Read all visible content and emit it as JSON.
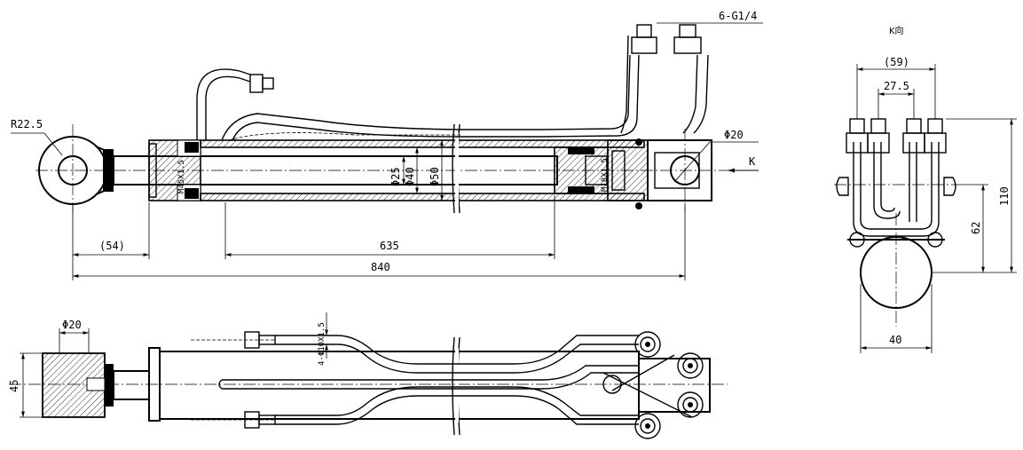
{
  "drawing": {
    "view_label": "K向",
    "dimensions": {
      "radius_eye": "R22.5",
      "port_spec": "6-G1/4",
      "pin_dia_right": "Φ20",
      "rod_thread": "M45X1.5",
      "small_thread": "M18X1.5",
      "rod_dia": "Φ25",
      "bore_dia": "Φ40",
      "tube_dia": "Φ50",
      "view_arrow": "K",
      "stroke_len": "635",
      "overall_len": "840",
      "eye_offset": "(54)",
      "pin_dia_bottom": "Φ20",
      "eye_width": "45",
      "pipe_spec": "4-Φ10X1.5",
      "side_width": "(59)",
      "side_pitch": "27.5",
      "side_height": "110",
      "side_center": "62",
      "side_base": "40"
    }
  }
}
